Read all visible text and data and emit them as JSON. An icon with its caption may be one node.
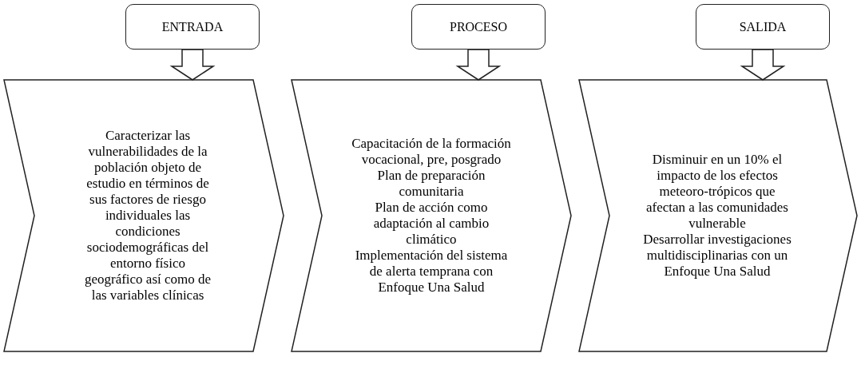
{
  "diagram": {
    "nodes": [
      {
        "text": [
          "ENTRADA"
        ]
      },
      {
        "text": [
          "PROCESO"
        ]
      },
      {
        "text": [
          "SALIDA"
        ]
      },
      {
        "text": [
          "Caracterizar las vulnerabilidades de la población objeto de estudio en términos de sus factores de riesgo individuales las condiciones sociodemográficas del entorno físico geográfico así como de las variables clínicas"
        ]
      },
      {
        "text": [
          "Capacitación de la formación vocacional, pre, posgrado",
          "Plan de preparación comunitaria",
          "Plan de acción como adaptación al cambio climático",
          "Implementación del sistema de alerta temprana con Enfoque Una Salud"
        ]
      },
      {
        "text": [
          "Disminuir en un 10% el impacto de los efectos meteoro-trópicos que afectan a las comunidades vulnerable",
          "Desarrollar investigaciones multidisciplinarias con un Enfoque Una Salud"
        ]
      }
    ],
    "edges": [
      {
        "from": 0,
        "to": 3,
        "arrow": "to"
      },
      {
        "from": 1,
        "to": 4,
        "arrow": "to"
      },
      {
        "from": 2,
        "to": 5,
        "arrow": "to"
      }
    ]
  }
}
